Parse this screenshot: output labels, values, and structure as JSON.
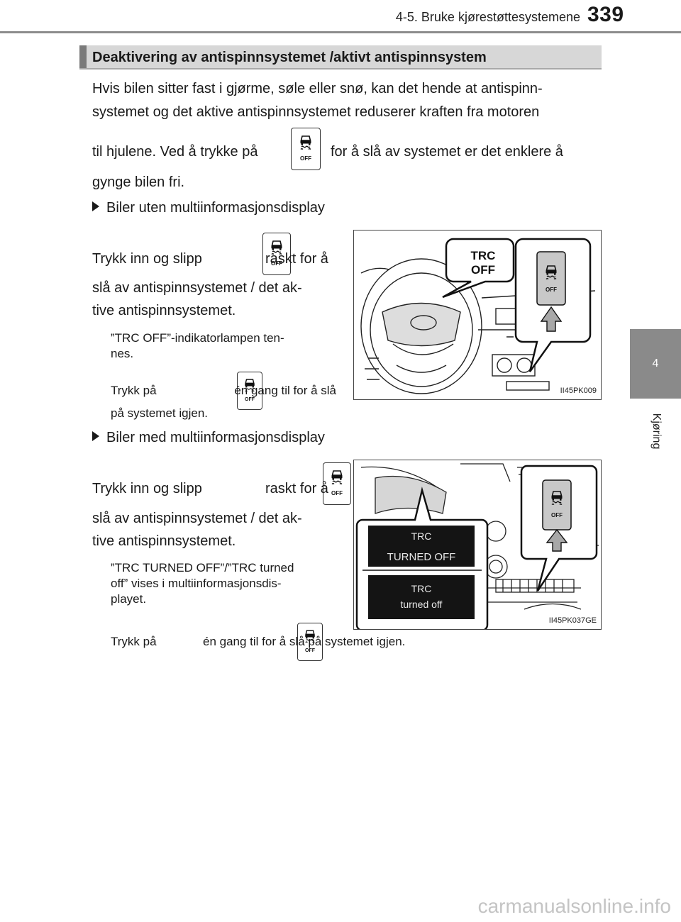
{
  "header": {
    "section_title": "4-5. Bruke kjørestøttesystemene",
    "page_number": "339"
  },
  "side_tab": {
    "chapter_number": "4",
    "chapter_name": "Kjøring"
  },
  "section": {
    "title": "Deaktivering av antispinnsystemet /aktivt antispinnsystem"
  },
  "intro": {
    "line1": "Hvis bilen sitter fast i gjørme, søle eller snø, kan det hende at antispinn-",
    "line2": "systemet og det aktive antispinnsystemet reduserer kraften fra motoren",
    "line3_pre": "til hjulene. Ved å trykke på",
    "line3_post": "for å slå av systemet er det enklere å",
    "line4": "gynge bilen fri."
  },
  "block1": {
    "heading": "Biler uten multiinformasjonsdisplay",
    "p1_pre": "Trykk inn og slipp",
    "p1_post": "raskt for å",
    "p2": "slå av antispinnsystemet / det ak-",
    "p3": "tive antispinnsystemet.",
    "note1": "”TRC OFF”-indikatorlampen ten-",
    "note2": "nes.",
    "note3_pre": "Trykk på",
    "note3_post": "én gang til for å slå",
    "note4": "på systemet igjen.",
    "figure": {
      "callout_line1": "TRC",
      "callout_line2": "OFF",
      "button_text": "OFF",
      "code": "II45PK009"
    }
  },
  "block2": {
    "heading": "Biler med multiinformasjonsdisplay",
    "p1_pre": "Trykk inn og slipp",
    "p1_post": "raskt for å",
    "p2": "slå av antispinnsystemet / det ak-",
    "p3": "tive antispinnsystemet.",
    "note1": "”TRC TURNED OFF”/”TRC turned",
    "note2": "off” vises i multiinformasjonsdis-",
    "note3": "playet.",
    "note4_pre": "Trykk på",
    "note4_post": "én gang til for å slå på systemet igjen.",
    "figure": {
      "display1_line1": "TRC",
      "display1_line2": "TURNED OFF",
      "display2_line1": "TRC",
      "display2_line2": "turned off",
      "button_text": "OFF",
      "code": "II45PK037GE"
    }
  },
  "icons": {
    "button_label": "OFF"
  },
  "watermark": "carmanualsonline.info"
}
